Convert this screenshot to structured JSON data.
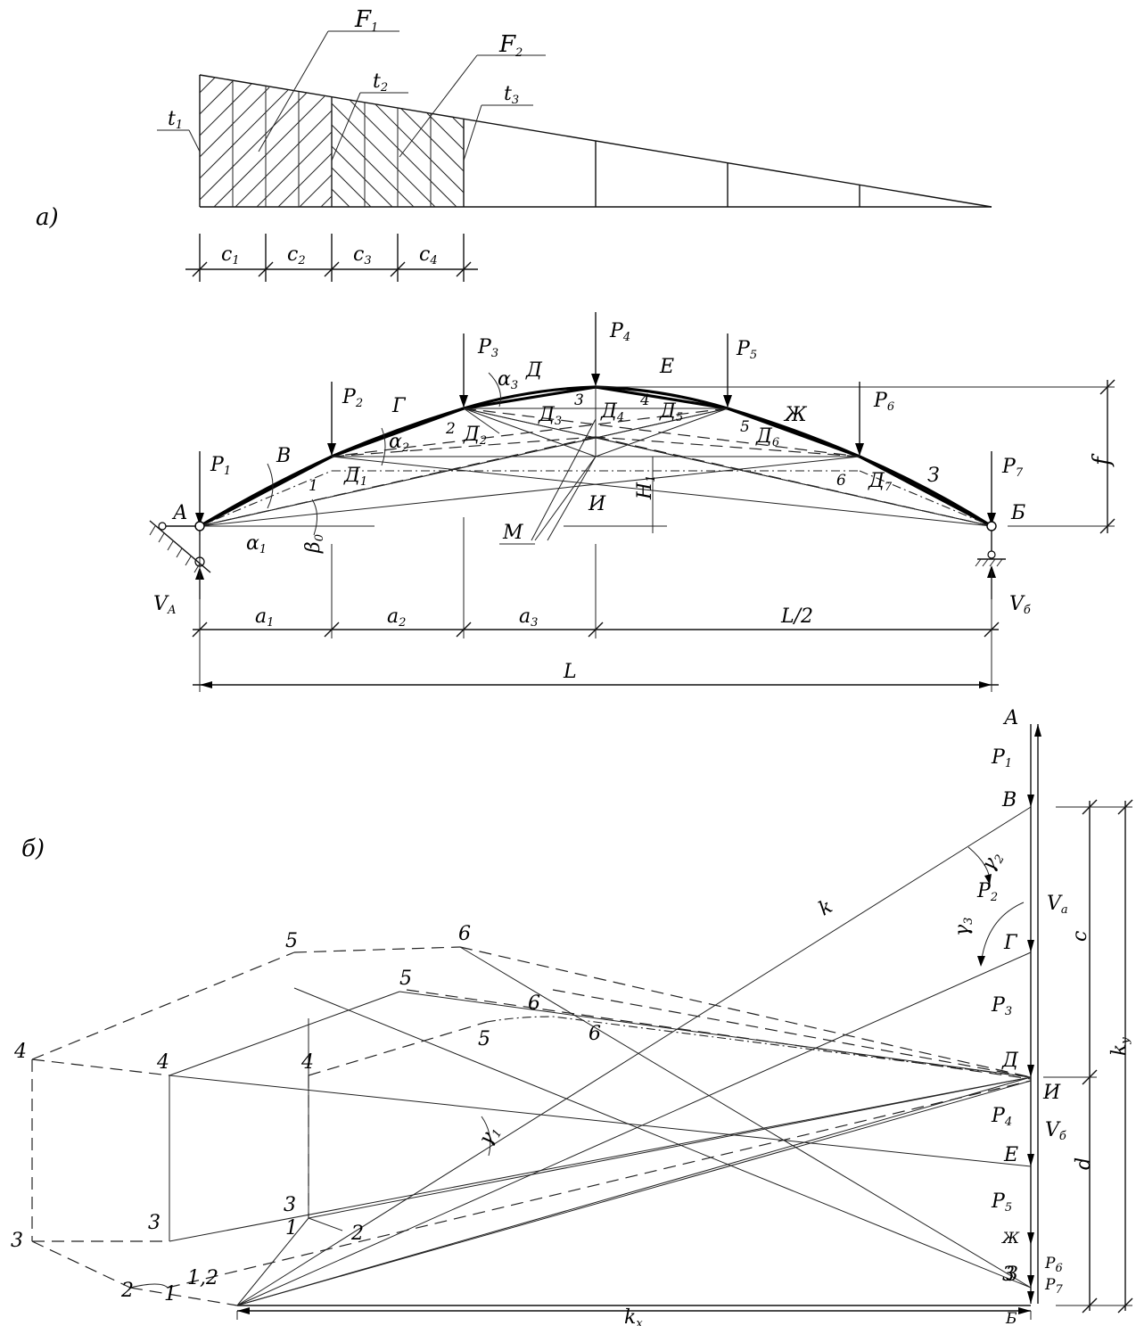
{
  "part_a": {
    "label": "а)",
    "areas": [
      "F",
      "F"
    ],
    "area_subs": [
      "1",
      "2"
    ],
    "thickness": [
      "t",
      "t",
      "t"
    ],
    "thickness_subs": [
      "1",
      "2",
      "3"
    ],
    "spans": [
      "c",
      "c",
      "c",
      "c"
    ],
    "span_subs": [
      "1",
      "2",
      "3",
      "4"
    ]
  },
  "arch": {
    "loads": [
      "P",
      "P",
      "P",
      "P",
      "P",
      "P",
      "P"
    ],
    "load_subs": [
      "1",
      "2",
      "3",
      "4",
      "5",
      "6",
      "7"
    ],
    "nodes": [
      "А",
      "В",
      "Г",
      "Д",
      "Е",
      "Ж",
      "З",
      "Б",
      "И",
      "М"
    ],
    "member_numbers": [
      "1",
      "2",
      "3",
      "4",
      "5",
      "6"
    ],
    "diagonals": [
      "Д",
      "Д",
      "Д",
      "Д",
      "Д",
      "Д",
      "Д"
    ],
    "diagonal_subs": [
      "1",
      "2",
      "3",
      "4",
      "5",
      "6",
      "7"
    ],
    "angles": [
      "α",
      "α",
      "α",
      "β"
    ],
    "angle_subs": [
      "1",
      "2",
      "3",
      "0"
    ],
    "height_label": "f",
    "height_sub_label": "H",
    "height_sub_sub": "1",
    "reactions": [
      "V",
      "V"
    ],
    "reaction_subs": [
      "А",
      "б"
    ],
    "dimensions": [
      "a",
      "a",
      "a",
      "L/2",
      "L"
    ],
    "dimension_subs": [
      "1",
      "2",
      "3",
      "",
      ""
    ]
  },
  "part_b": {
    "label": "б)",
    "force_letters": [
      "А",
      "В",
      "Г",
      "Д",
      "И",
      "Е",
      "Ж",
      "З",
      "Б"
    ],
    "loads": [
      "P",
      "P",
      "P",
      "P",
      "P",
      "P",
      "P"
    ],
    "load_subs": [
      "1",
      "2",
      "3",
      "4",
      "5",
      "6",
      "7"
    ],
    "reactions": [
      "V",
      "V"
    ],
    "reaction_subs": [
      "а",
      "б"
    ],
    "angles": [
      "γ",
      "γ",
      "γ"
    ],
    "angle_subs": [
      "1",
      "2",
      "3"
    ],
    "ray_label": "k",
    "dims": [
      "c",
      "d",
      "k",
      "k"
    ],
    "dim_subs": [
      "",
      "",
      "y",
      "x"
    ],
    "points": [
      "4",
      "4",
      "4",
      "5",
      "5",
      "5",
      "6",
      "6",
      "6",
      "3",
      "3",
      "3",
      "3",
      "1",
      "2",
      "1,2",
      "2",
      "1"
    ]
  }
}
